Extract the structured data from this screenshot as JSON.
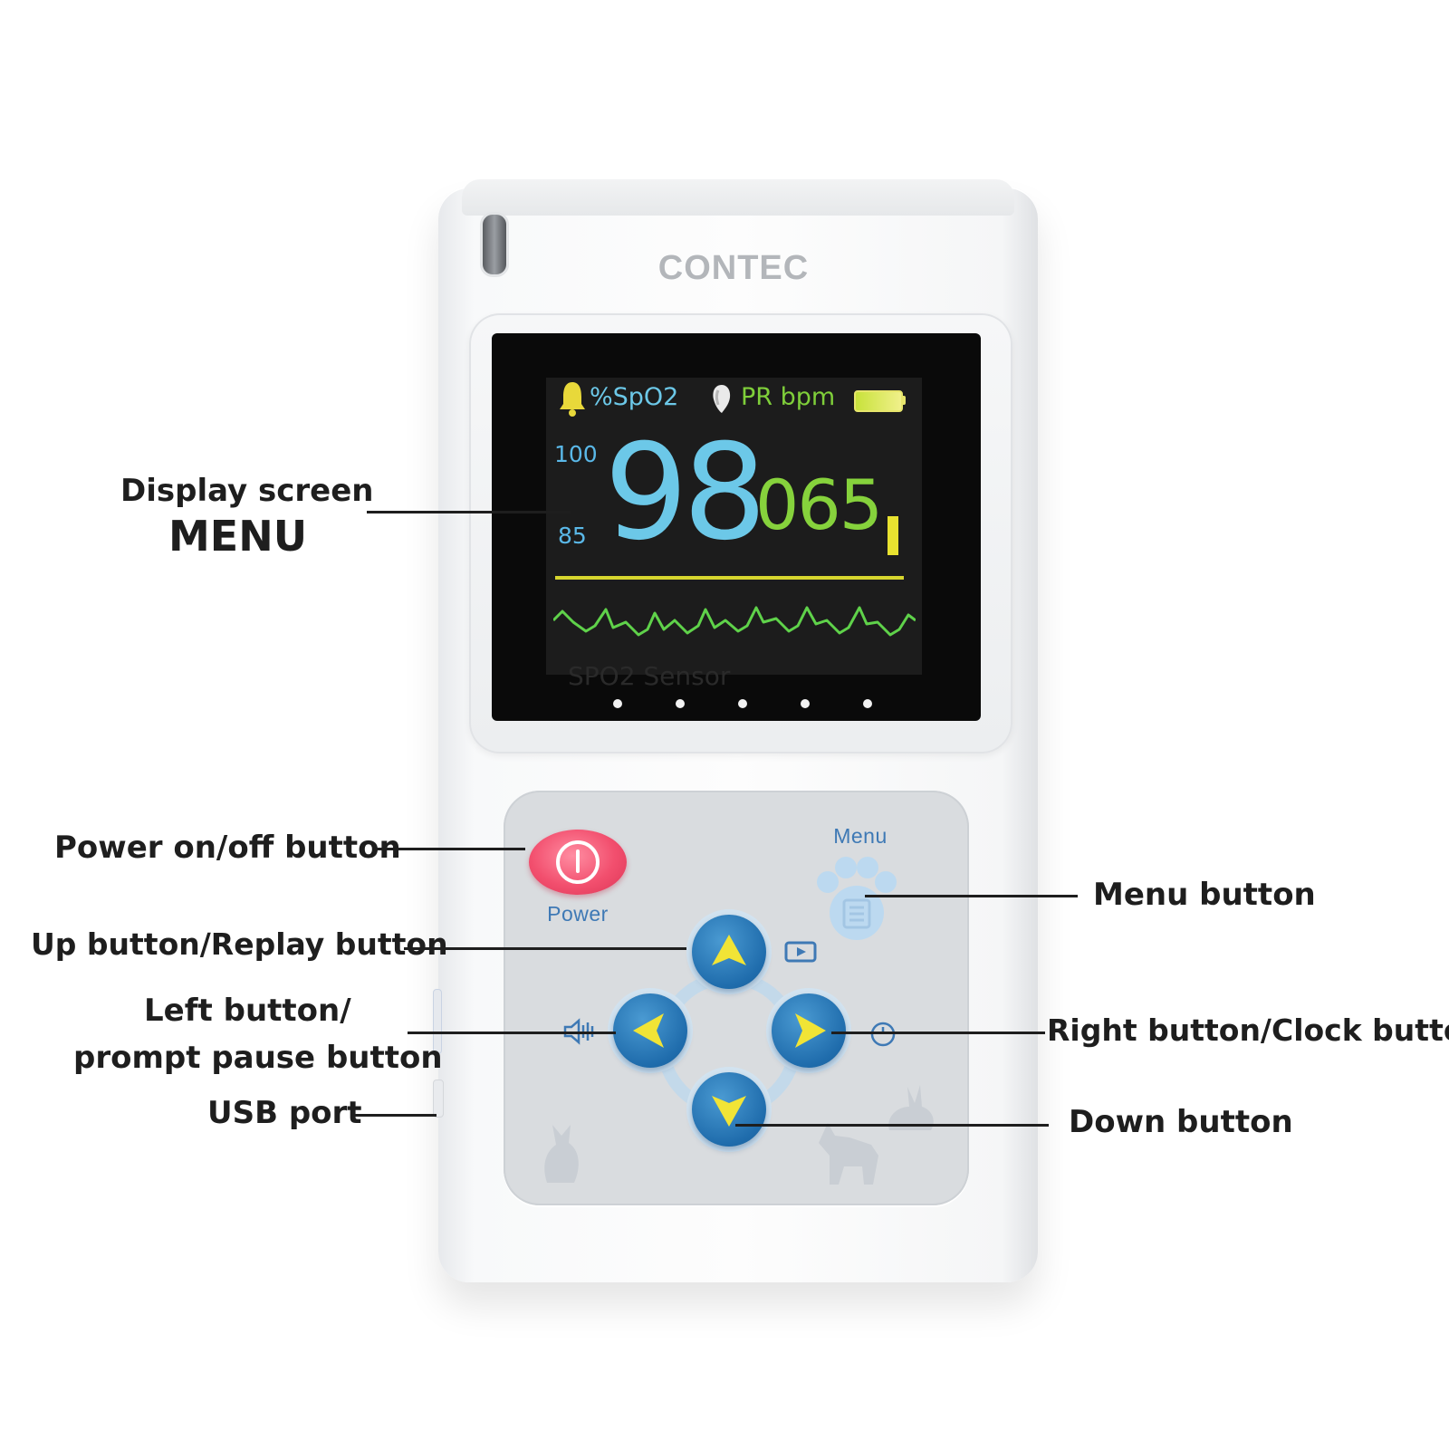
{
  "device": {
    "brand": "CONTEC",
    "screen": {
      "spo2_label": "%SpO2",
      "pr_label": "PR bpm",
      "spo2_high_limit": "100",
      "spo2_low_limit": "85",
      "spo2_value": "98",
      "pr_value": "065",
      "sensor_text": "SPO2 Sensor",
      "icons": [
        "bell-icon",
        "heart-icon",
        "battery-icon"
      ],
      "colors": {
        "spo2": "#6cc8e8",
        "pr": "#86d23c",
        "divider": "#d7d62e"
      }
    },
    "keypad": {
      "power_label": "Power",
      "menu_label": "Menu",
      "icons": [
        "power-icon",
        "paw-menu-icon",
        "replay-icon",
        "speaker-pause-icon",
        "clock-icon",
        "cat-icon",
        "dog-icon",
        "rabbit-icon"
      ],
      "button_color": "#2a7bbf",
      "arrow_color": "#f1e436"
    }
  },
  "callouts": {
    "display_screen": "Display screen",
    "display_menu": "MENU",
    "power": "Power on/off button",
    "up": "Up button/Replay button",
    "left_line1": "Left button/",
    "left_line2": "prompt pause button",
    "usb": "USB port",
    "menu": "Menu button",
    "right": "Right button/Clock button",
    "down": "Down button"
  }
}
